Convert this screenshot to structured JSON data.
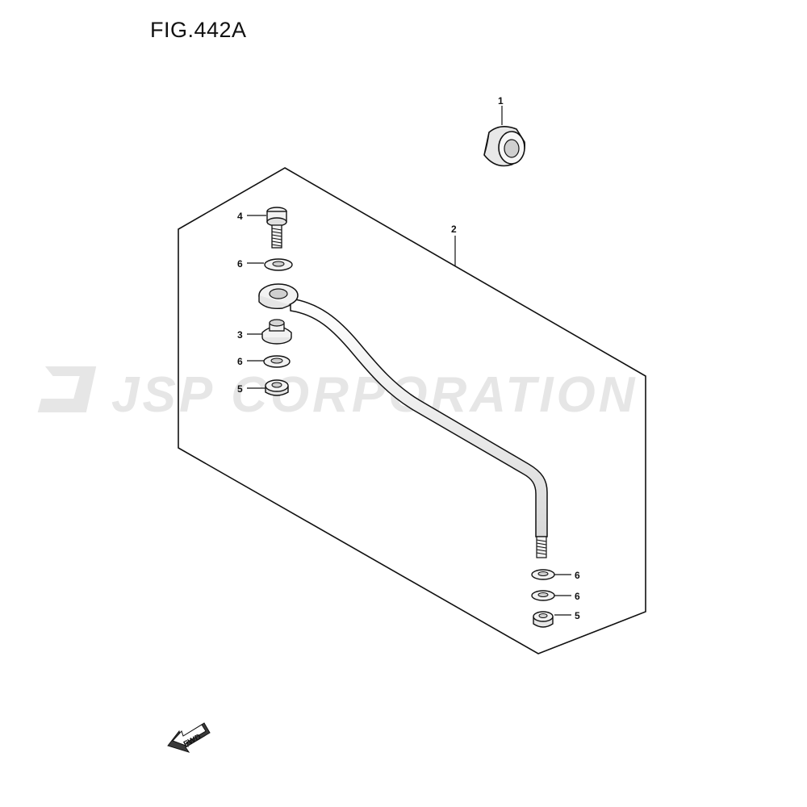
{
  "figure": {
    "title": "FIG.442A"
  },
  "watermark": {
    "text": "JSP CORPORATION",
    "color": "#e6e6e6"
  },
  "fwd_badge": {
    "text": "FWD"
  },
  "callouts": {
    "p1": "1",
    "p2": "2",
    "p3": "3",
    "p4": "4",
    "p5a": "5",
    "p5b": "5",
    "p6a": "6",
    "p6b": "6",
    "p6c": "6",
    "p6d": "6"
  },
  "colors": {
    "line": "#111111",
    "part_fill": "#f2f2f2",
    "shade": "#cfcfcf"
  }
}
